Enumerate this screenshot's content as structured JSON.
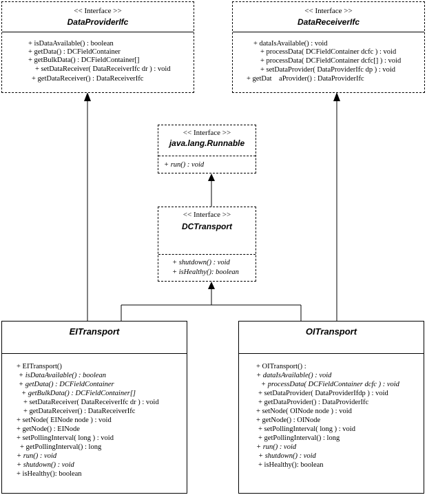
{
  "provider": {
    "stereotype": "<< Interface >>",
    "name": "DataProviderIfc",
    "ops": [
      "+ isDataAvailable() : boolean",
      "+ getData() : DCFieldContainer",
      "+ getBulkData() : DCFieldContainer[]",
      "+ setDataReceiver( DataReceiverIfc dr ) : void",
      "+ getDataReceiver() : DataReceiverIfc"
    ]
  },
  "receiver": {
    "stereotype": "<< Interface >>",
    "name": "DataReceiverIfc",
    "ops": [
      "+ dataIsAvailable() : void",
      "+ processData( DCFieldContainer dcfc ) : void",
      "+ processData( DCFieldContainer dcfc[] ) : void",
      "+ setDataProvider( DataProviderIfc dp ) : void",
      "+ getDat    aProvider() : DataProviderIfc"
    ]
  },
  "runnable": {
    "stereotype": "<< Interface >>",
    "name": "java.lang.Runnable",
    "ops": [
      "+ run() : void"
    ]
  },
  "dctransport": {
    "stereotype": "<< Interface >>",
    "name": "DCTransport",
    "ops": [
      "+ shutdown() : void",
      "+ isHealthy(): boolean"
    ]
  },
  "eitransport": {
    "name": "EITransport",
    "ops": [
      "+ EITransport()",
      "+ isDataAvailable() : boolean",
      "+ getData() : DCFieldContainer",
      "+ getBulkData() : DCFieldContainer[]",
      "+ setDataReceiver( DataReceiverIfc dr ) : void",
      "+ getDataReceiver() : DataReceiverIfc",
      "+ setNode( EINode node ) : void",
      "+ getNode() : EINode",
      "+ setPollingInterval( long ) : void",
      "+ getPollingInterval() : long",
      "+ run() : void",
      "+ shutdown() : void",
      "+ isHealthy(): boolean"
    ]
  },
  "oitransport": {
    "name": "OITransport",
    "ops": [
      "+ OITransport() :",
      "+ dataIsAvailable() : void",
      "+ processData( DCFieldContainer dcfc ) : void",
      "+ setDataProvider( DataProviderIfdp ) : void",
      "+ getDataProvider() : DataProviderIfc",
      "+ setNode( OINode node ) : void",
      "+ getNode() : OINode",
      "+ setPollingInterval( long ) : void",
      "+ getPollingInterval() : long",
      "+ run() : void",
      "+ shutdown() : void",
      "+ isHealthy(): boolean"
    ]
  }
}
